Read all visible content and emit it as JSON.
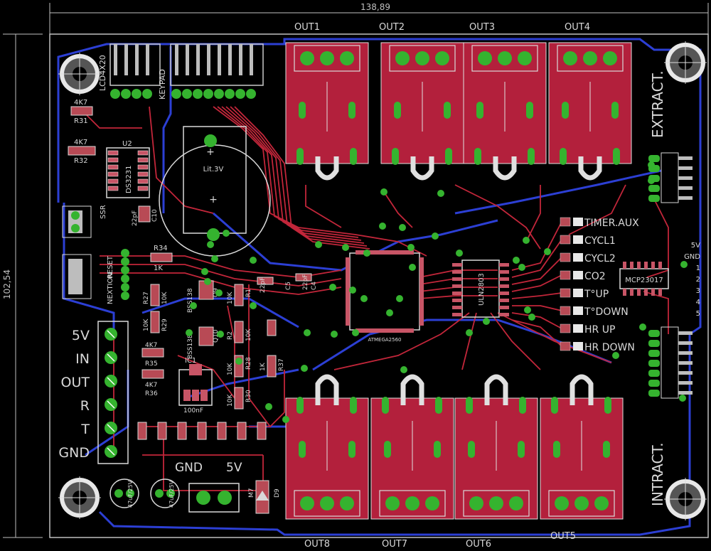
{
  "dimensions": {
    "width": "138,89",
    "height": "102,54"
  },
  "outputs_top": [
    "OUT1",
    "OUT2",
    "OUT3",
    "OUT4"
  ],
  "outputs_bottom": [
    "OUT8",
    "OUT7",
    "OUT6",
    "OUT5"
  ],
  "labels": {
    "extract": "EXTRACT.",
    "intract": "INTRACT.",
    "lcd": "LCD4X20",
    "keypad": "KEYPAD",
    "battery": "Lit.3V",
    "ssr": "SSR",
    "reset": "RESET",
    "nextion": "NEXTION",
    "ds3231": "DS3231",
    "u2": "U2",
    "uln": "ULN2803",
    "mcp": "MCP23017",
    "mcu": "ATMEGA2560",
    "gnd": "GND",
    "v5": "5V",
    "ic1": "IC1"
  },
  "inputs": [
    "TIMER.AUX",
    "CYCL1",
    "CYCL2",
    "CO2",
    "T°UP",
    "T°DOWN",
    "HR UP",
    "HR DOWN"
  ],
  "terminal_labels": [
    "5V",
    "IN",
    "OUT",
    "R",
    "T",
    "GND"
  ],
  "connector_labels": [
    "5V",
    "GND",
    "1",
    "2",
    "3",
    "4",
    "5"
  ],
  "parts": {
    "r31": "R31",
    "r31v": "4K7",
    "r32": "R32",
    "r32v": "4K7",
    "r34": "R34",
    "r34v": "1K",
    "r27": "R27",
    "r27v": "10K",
    "r29": "R29",
    "r29v": "10K",
    "r1": "R1",
    "r1v": "10K",
    "r2": "R2",
    "r2v": "10K",
    "r28": "R28",
    "r28v": "10K",
    "r30": "R30",
    "r30v": "10K",
    "r37": "R37",
    "r37v": "1K",
    "r35": "R35",
    "r35v": "4K7",
    "r36": "R36",
    "r36v": "4K7",
    "q9": "Q9",
    "q10": "Q10",
    "bss1": "BSS138",
    "bss2": "BSS138",
    "c10": "C10",
    "c10v": "22pF",
    "c3": "22pF",
    "c4": "C4",
    "c5": "C5",
    "c6": "22pF",
    "d9": "D9",
    "m7": "M7",
    "cap_a": "47uF/25V",
    "cap_b": "47uF/25V",
    "c100": "100nF"
  }
}
